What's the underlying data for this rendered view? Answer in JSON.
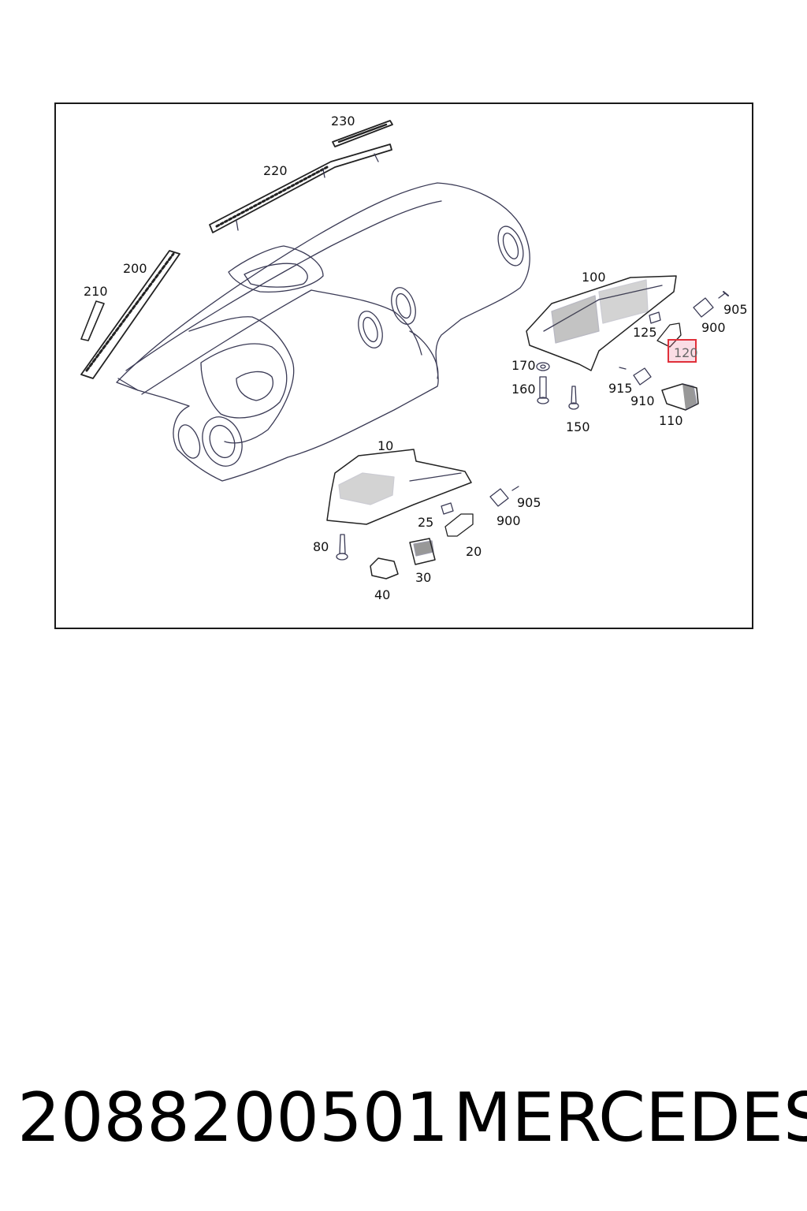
{
  "diagram": {
    "callouts": [
      {
        "id": "230",
        "label": "230"
      },
      {
        "id": "220",
        "label": "220"
      },
      {
        "id": "200",
        "label": "200"
      },
      {
        "id": "210",
        "label": "210"
      },
      {
        "id": "100",
        "label": "100"
      },
      {
        "id": "905a",
        "label": "905"
      },
      {
        "id": "900a",
        "label": "900"
      },
      {
        "id": "125",
        "label": "125"
      },
      {
        "id": "120",
        "label": "120"
      },
      {
        "id": "170",
        "label": "170"
      },
      {
        "id": "160",
        "label": "160"
      },
      {
        "id": "915",
        "label": "915"
      },
      {
        "id": "910",
        "label": "910"
      },
      {
        "id": "110",
        "label": "110"
      },
      {
        "id": "150",
        "label": "150"
      },
      {
        "id": "10",
        "label": "10"
      },
      {
        "id": "905b",
        "label": "905"
      },
      {
        "id": "900b",
        "label": "900"
      },
      {
        "id": "25",
        "label": "25"
      },
      {
        "id": "20",
        "label": "20"
      },
      {
        "id": "80",
        "label": "80"
      },
      {
        "id": "30",
        "label": "30"
      },
      {
        "id": "40",
        "label": "40"
      }
    ],
    "highlight_color": "#e0303a"
  },
  "caption": {
    "part_number": "2088200501",
    "brand": "MERCEDES"
  }
}
